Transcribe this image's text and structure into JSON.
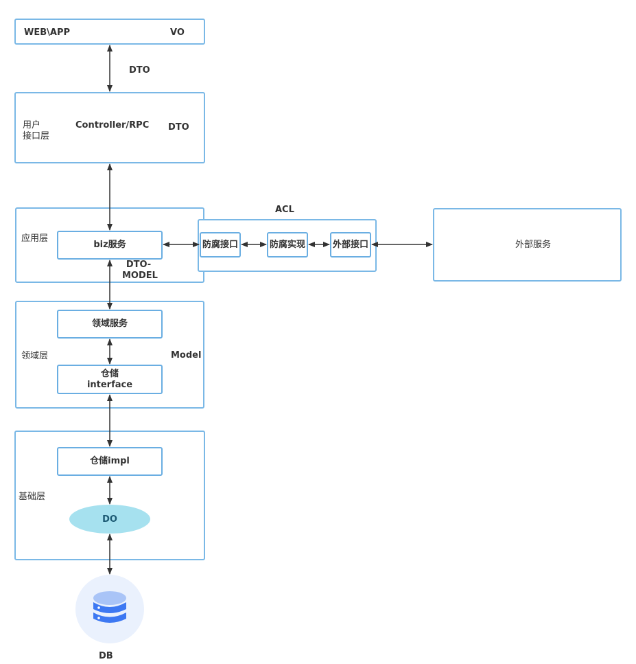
{
  "layers": {
    "web": {
      "name": "WEB\\APP",
      "dto": "VO"
    },
    "web_to_user_label": "DTO",
    "user_interface": {
      "name_line1": "用户",
      "name_line2": "接口层",
      "component": "Controller/RPC",
      "dto": "DTO"
    },
    "application": {
      "name": "应用层",
      "component": "biz服务",
      "dto_line1": "DTO-",
      "dto_line2": "MODEL"
    },
    "acl": {
      "title": "ACL",
      "items": [
        "防腐接口",
        "防腐实现",
        "外部接口"
      ]
    },
    "external": {
      "name": "外部服务"
    },
    "domain": {
      "name": "领域层",
      "service": "领域服务",
      "repo_line1": "仓储",
      "repo_line2": "interface",
      "model": "Model"
    },
    "infrastructure": {
      "name": "基础层",
      "repo_impl": "仓储impl",
      "do": "DO"
    },
    "db": {
      "label": "DB"
    }
  },
  "colors": {
    "box_border": "#7ab8e6",
    "arrow": "#333333",
    "do_fill": "#a6e1ef",
    "db_bg": "#eaf1fd",
    "db_icon": "#3d78f2"
  }
}
